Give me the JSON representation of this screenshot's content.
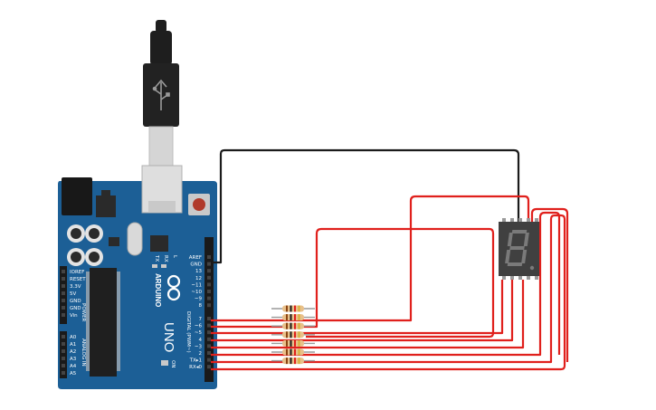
{
  "board": {
    "brand": "ARDUINO",
    "model": "UNO",
    "power_label": "POWER",
    "analog_label": "ANALOG IN",
    "digital_label": "DIGITAL (PWM~)",
    "tx_led": "TX",
    "rx_led": "RX",
    "on_label": "ON",
    "l_label": "L",
    "power_pins": [
      "IOREF",
      "RESET",
      "3.3V",
      "5V",
      "GND",
      "GND",
      "Vin"
    ],
    "analog_pins": [
      "A0",
      "A1",
      "A2",
      "A3",
      "A4",
      "A5"
    ],
    "header_top_labels": [
      "AREF",
      "GND",
      "13",
      "12",
      "~11",
      "~10",
      "~9",
      "8"
    ],
    "header_bottom_labels": [
      "7",
      "~6",
      "~5",
      "4",
      "~3",
      "2",
      "TX▸1",
      "RX◂0"
    ]
  },
  "display": {
    "digit": "8"
  },
  "colors": {
    "board": "#1c5f96",
    "wire_red": "#e0201c",
    "wire_black": "#1b1b1b",
    "display_body": "#404040",
    "segment_off": "#7a7a7a",
    "resistor_body": "#e8c08a"
  }
}
